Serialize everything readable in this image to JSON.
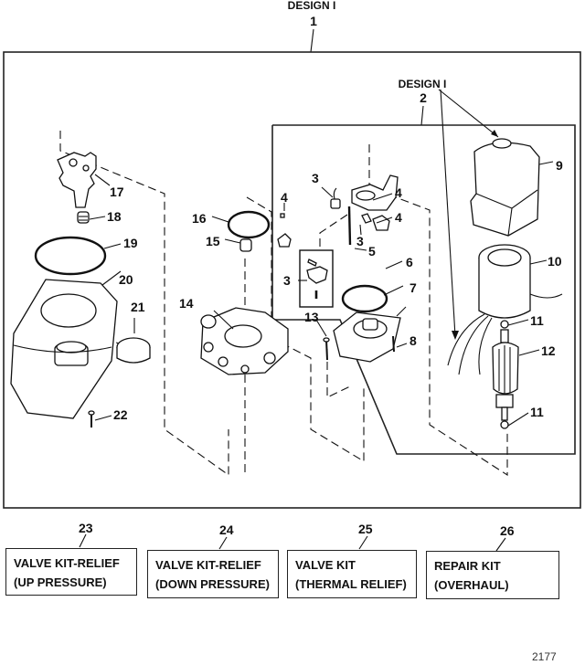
{
  "header": {
    "design_label": "DESIGN I",
    "assembly_number": "1"
  },
  "subassembly": {
    "design_label": "DESIGN I",
    "number": "2"
  },
  "parts": [
    {
      "id": "3"
    },
    {
      "id": "4"
    },
    {
      "id": "5"
    },
    {
      "id": "6"
    },
    {
      "id": "7"
    },
    {
      "id": "8"
    },
    {
      "id": "9"
    },
    {
      "id": "10"
    },
    {
      "id": "11"
    },
    {
      "id": "12"
    },
    {
      "id": "13"
    },
    {
      "id": "14"
    },
    {
      "id": "15"
    },
    {
      "id": "16"
    },
    {
      "id": "17"
    },
    {
      "id": "18"
    },
    {
      "id": "19"
    },
    {
      "id": "20"
    },
    {
      "id": "21"
    },
    {
      "id": "22"
    }
  ],
  "callouts": {
    "c3a": "3",
    "c3b": "3",
    "c3c": "3",
    "c4a": "4",
    "c4b": "4",
    "c4c": "4",
    "c5": "5",
    "c6": "6",
    "c7": "7",
    "c8": "8",
    "c9": "9",
    "c10": "10",
    "c11a": "11",
    "c11b": "11",
    "c12": "12",
    "c13": "13",
    "c14": "14",
    "c15": "15",
    "c16": "16",
    "c17": "17",
    "c18": "18",
    "c19": "19",
    "c20": "20",
    "c21": "21",
    "c22": "22"
  },
  "kits": [
    {
      "number": "23",
      "line1": "VALVE KIT-RELIEF",
      "line2": "(UP PRESSURE)"
    },
    {
      "number": "24",
      "line1": "VALVE KIT-RELIEF",
      "line2": "(DOWN PRESSURE)"
    },
    {
      "number": "25",
      "line1": "VALVE KIT",
      "line2": "(THERMAL RELIEF)"
    },
    {
      "number": "26",
      "line1": "REPAIR KIT",
      "line2": "(OVERHAUL)"
    }
  ],
  "figure_number": "2177"
}
